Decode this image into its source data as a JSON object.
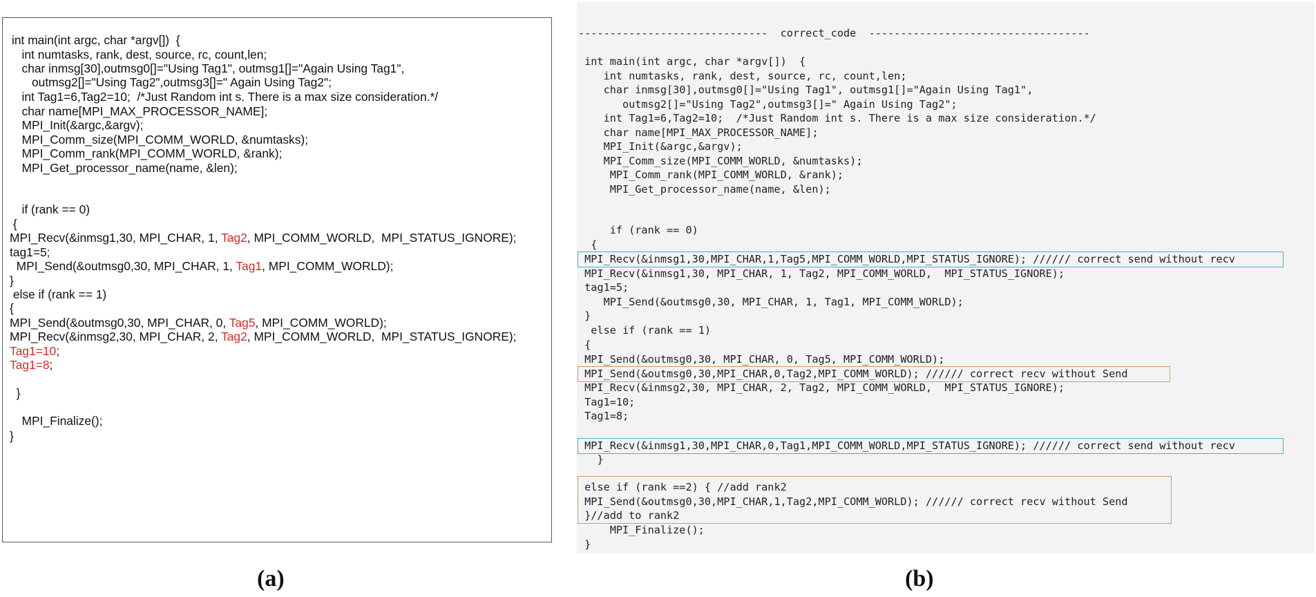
{
  "panel_a": {
    "lines": [
      "int main(int argc, char *argv[])  {",
      "   int numtasks, rank, dest, source, rc, count,len;",
      "   char inmsg[30],outmsg0[]=\"Using Tag1\", outmsg1[]=\"Again Using Tag1\",",
      "      outmsg2[]=\"Using Tag2\",outmsg3[]=\" Again Using Tag2\";",
      "   int Tag1=6,Tag2=10;  /*Just Random int s. There is a max size consideration.*/",
      "   char name[MPI_MAX_PROCESSOR_NAME];",
      "   MPI_Init(&argc,&argv);",
      "   MPI_Comm_size(MPI_COMM_WORLD, &numtasks);",
      "   MPI_Comm_rank(MPI_COMM_WORLD, &rank);",
      "   MPI_Get_processor_name(name, &len);",
      "   if (rank == 0)",
      " {",
      "MPI_Recv(&inmsg1,30, MPI_CHAR, 1, ",
      "Tag2",
      ", MPI_COMM_WORLD,  MPI_STATUS_IGNORE);",
      "tag1=5;",
      "  MPI_Send(&outmsg0,30, MPI_CHAR, 1, ",
      "Tag1",
      ", MPI_COMM_WORLD);",
      "}",
      " else if (rank == 1)",
      "{",
      "MPI_Send(&outmsg0,30, MPI_CHAR, 0, ",
      "Tag5",
      ", MPI_COMM_WORLD);",
      "MPI_Recv(&inmsg2,30, MPI_CHAR, 2, ",
      "Tag2",
      ", MPI_COMM_WORLD,  MPI_STATUS_IGNORE);",
      "Tag1=10",
      ";",
      "Tag1=8",
      ";",
      "  }",
      "   MPI_Finalize();",
      "}"
    ]
  },
  "panel_b": {
    "lines": [
      "------------------------------  correct_code  -----------------------------------",
      " int main(int argc, char *argv[])  {",
      "    int numtasks, rank, dest, source, rc, count,len;",
      "    char inmsg[30],outmsg0[]=\"Using Tag1\", outmsg1[]=\"Again Using Tag1\",",
      "       outmsg2[]=\"Using Tag2\",outmsg3[]=\" Again Using Tag2\";",
      "    int Tag1=6,Tag2=10;  /*Just Random int s. There is a max size consideration.*/",
      "    char name[MPI_MAX_PROCESSOR_NAME];",
      "    MPI_Init(&argc,&argv);",
      "    MPI_Comm_size(MPI_COMM_WORLD, &numtasks);",
      "     MPI_Comm_rank(MPI_COMM_WORLD, &rank);",
      "     MPI_Get_processor_name(name, &len);",
      "     if (rank == 0)",
      "  {",
      " MPI_Recv(&inmsg1,30,MPI_CHAR,1,Tag5,MPI_COMM_WORLD,MPI_STATUS_IGNORE); ////// correct send without recv",
      " MPI_Recv(&inmsg1,30, MPI_CHAR, 1, Tag2, MPI_COMM_WORLD,  MPI_STATUS_IGNORE);",
      " tag1=5;",
      "    MPI_Send(&outmsg0,30, MPI_CHAR, 1, Tag1, MPI_COMM_WORLD);",
      " }",
      "  else if (rank == 1)",
      " {",
      " MPI_Send(&outmsg0,30, MPI_CHAR, 0, Tag5, MPI_COMM_WORLD);",
      " MPI_Send(&outmsg0,30,MPI_CHAR,0,Tag2,MPI_COMM_WORLD); ////// correct recv without Send",
      " MPI_Recv(&inmsg2,30, MPI_CHAR, 2, Tag2, MPI_COMM_WORLD,  MPI_STATUS_IGNORE);",
      " Tag1=10;",
      " Tag1=8;",
      " MPI_Recv(&inmsg1,30,MPI_CHAR,0,Tag1,MPI_COMM_WORLD,MPI_STATUS_IGNORE); ////// correct send without recv",
      "   }",
      " else if (rank ==2) { //add rank2",
      " MPI_Send(&outmsg0,30,MPI_CHAR,1,Tag2,MPI_COMM_WORLD); ////// correct recv without Send",
      " }//add to rank2",
      "     MPI_Finalize();",
      " }"
    ]
  },
  "captions": {
    "a": "(a)",
    "b": "(b)"
  },
  "colors": {
    "highlight_red": "#d42a2a",
    "box_teal": "#3fb5c8",
    "box_tan": "#c9a15e"
  }
}
